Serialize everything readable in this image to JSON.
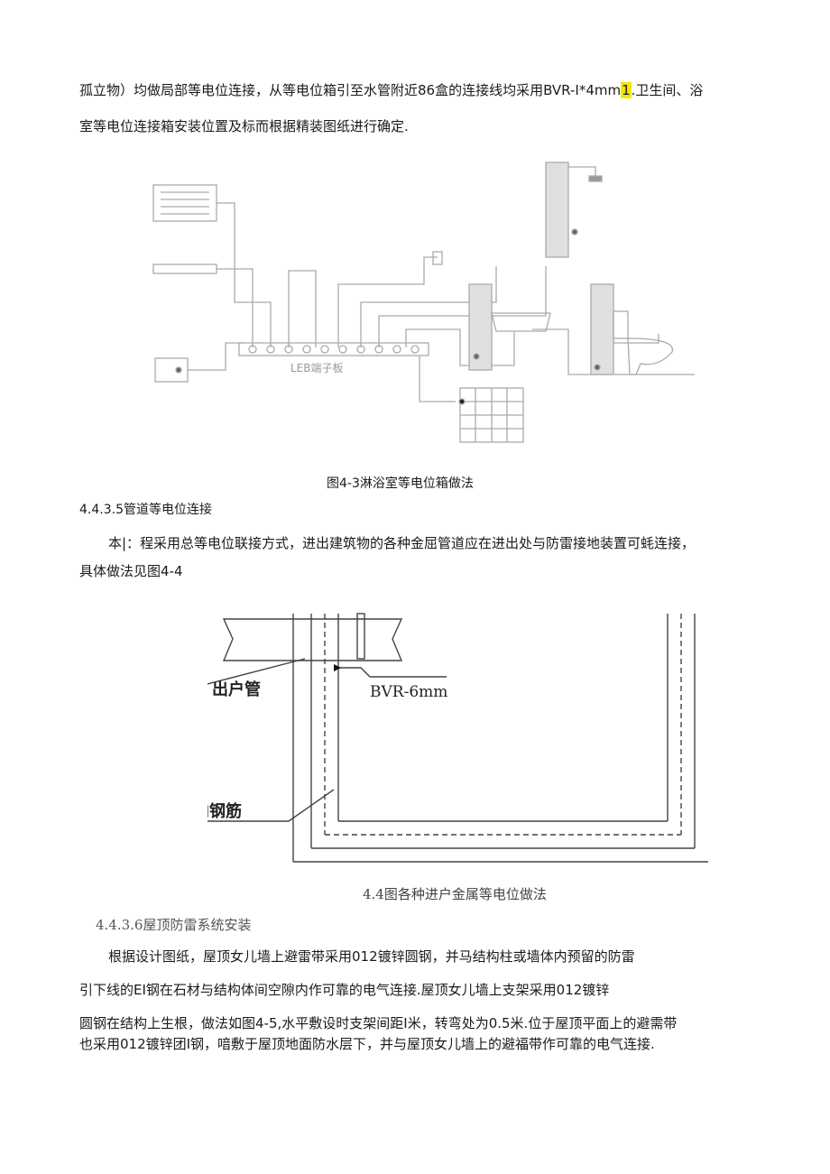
{
  "para1": {
    "line1_pre": "孤立物）均做局部等电位连接，从等电位箱引至水管附近86盒的连接线均采用BVR-I*4mm",
    "line1_hl": "1",
    "line1_post": ".卫生间、浴",
    "line2": "室等电位连接箱安装位置及标而根据精装图纸进行确定."
  },
  "figure1": {
    "label_leb": "LEB端子板",
    "caption": "图4-3淋浴室等电位箱做法"
  },
  "section_435": {
    "heading": "4.4.3.5管道等电位连接",
    "line1": "本|：程采用总等电位联接方式，进出建筑物的各种金屈管道应在进出处与防雷接地装置可蚝连接，",
    "line2": "具体做法见图4-4"
  },
  "figure2": {
    "label_pipe": "出户管",
    "label_bvr": "BVR-6mm",
    "label_rebar": "建筑物内钢筋",
    "caption": "4.4图各种进户金属等电位做法"
  },
  "section_436": {
    "heading": "4.4.3.6屋顶防雷系统安装",
    "line1": "根据设计图纸，屋顶女儿墙上避雷带采用012镀锌圆钢，并马结构柱或墙体内预留的防雷",
    "line2": "引下线的EI钢在石材与结构体间空隙内作可靠的电气连接.屋顶女儿墙上支架采用012镀锌",
    "line3": "圆钢在结构上生根，做法如图4-5,水平敷设时支架间距I米，转弯处为0.5米.位于屋顶平面上的避需带",
    "line4": "也采用012镀锌团I钢，喑敷于屋顶地面防水层下，并与屋顶女儿墙上的避福带作可靠的电气连接."
  }
}
